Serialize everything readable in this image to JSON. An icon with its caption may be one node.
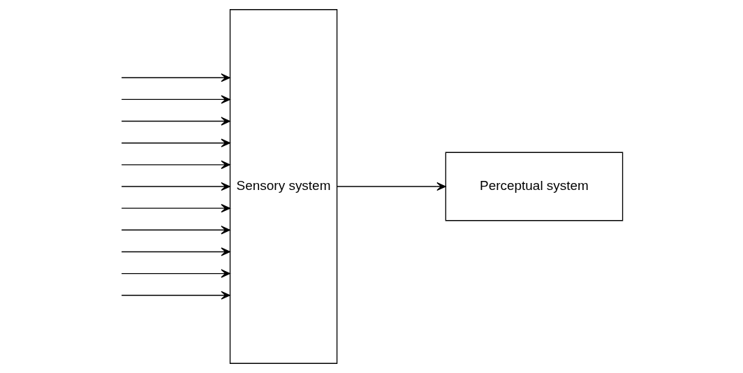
{
  "diagram": {
    "nodes": [
      {
        "text": [
          "Sensory system"
        ]
      },
      {
        "text": [
          "Perceptual system"
        ]
      }
    ],
    "edges": [
      {
        "from": null,
        "to": 0,
        "arrow": "to"
      },
      {
        "from": null,
        "to": 0,
        "arrow": "to"
      },
      {
        "from": null,
        "to": 0,
        "arrow": "to"
      },
      {
        "from": null,
        "to": 0,
        "arrow": "to"
      },
      {
        "from": null,
        "to": 0,
        "arrow": "to"
      },
      {
        "from": null,
        "to": 0,
        "arrow": "to"
      },
      {
        "from": null,
        "to": 0,
        "arrow": "to"
      },
      {
        "from": null,
        "to": 0,
        "arrow": "to"
      },
      {
        "from": null,
        "to": 0,
        "arrow": "to"
      },
      {
        "from": null,
        "to": 0,
        "arrow": "to"
      },
      {
        "from": null,
        "to": 0,
        "arrow": "to"
      },
      {
        "from": 0,
        "to": 1,
        "arrow": "to"
      }
    ]
  }
}
